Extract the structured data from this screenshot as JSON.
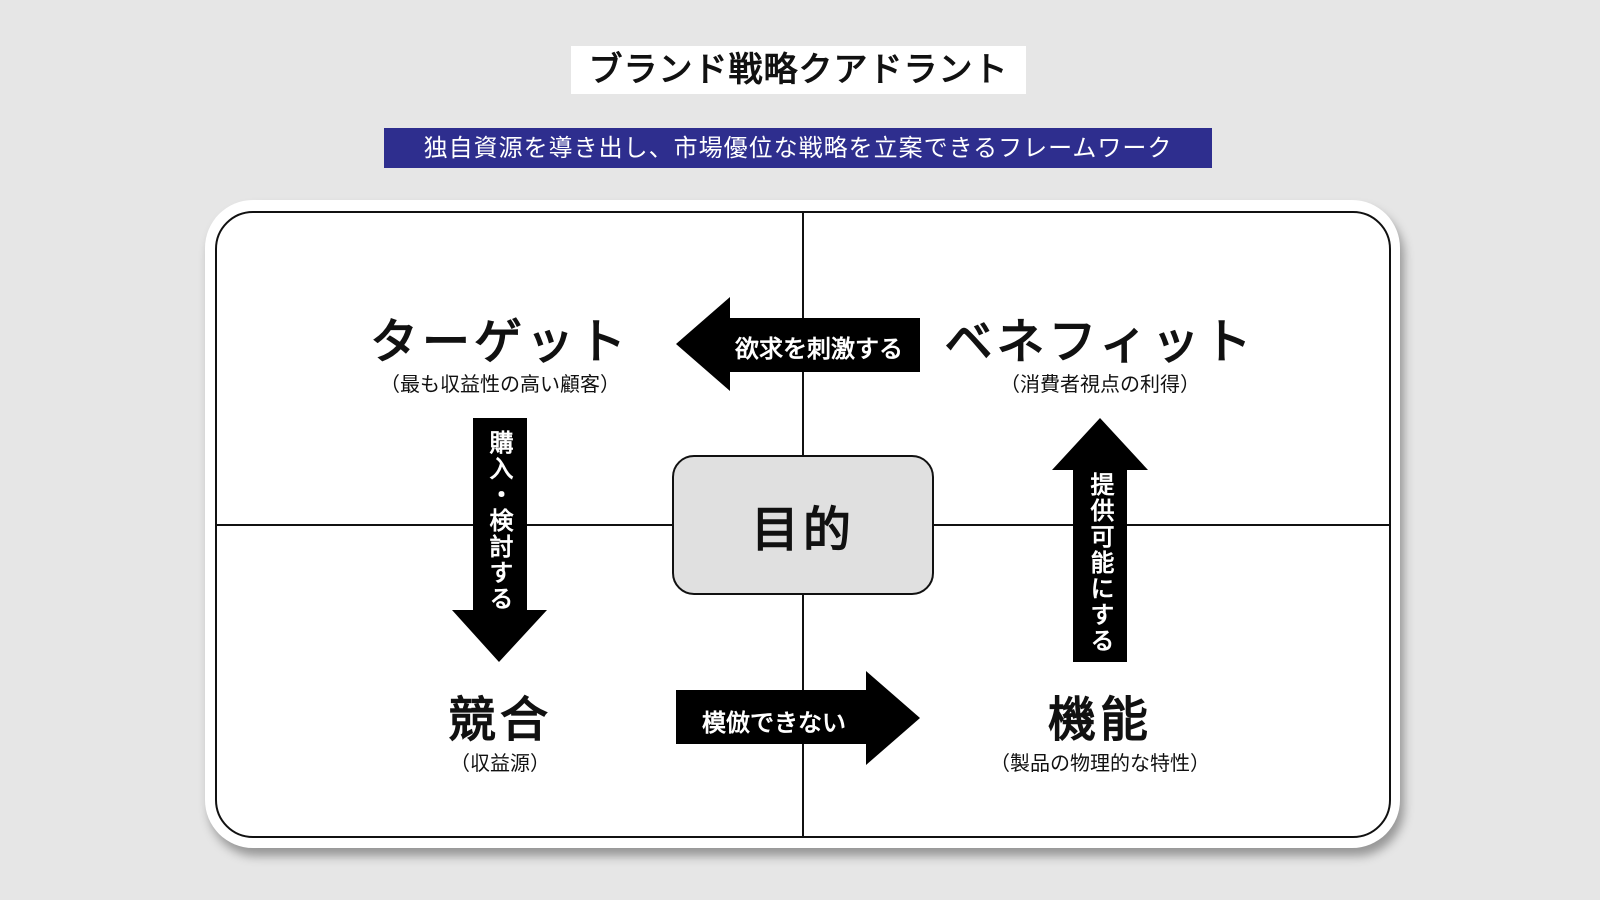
{
  "title": "ブランド戦略クアドラント",
  "subtitle": "独自資源を導き出し、市場優位な戦略を立案できるフレームワーク",
  "center": "目的",
  "quadrants": {
    "top_left": {
      "title": "ターゲット",
      "sub": "（最も収益性の高い顧客）"
    },
    "top_right": {
      "title": "ベネフィット",
      "sub": "（消費者視点の利得）"
    },
    "bottom_left": {
      "title": "競合",
      "sub": "（収益源）"
    },
    "bottom_right": {
      "title": "機能",
      "sub": "（製品の物理的な特性）"
    }
  },
  "arrows": {
    "top": "欲求を刺激する",
    "bottom": "模倣できない",
    "left": "購入・検討する",
    "right": "提供可能にする"
  },
  "colors": {
    "background": "#e6e6e6",
    "subtitle_bg": "#2e2e8e",
    "arrow": "#000000",
    "center_box": "#e0e0e0"
  }
}
